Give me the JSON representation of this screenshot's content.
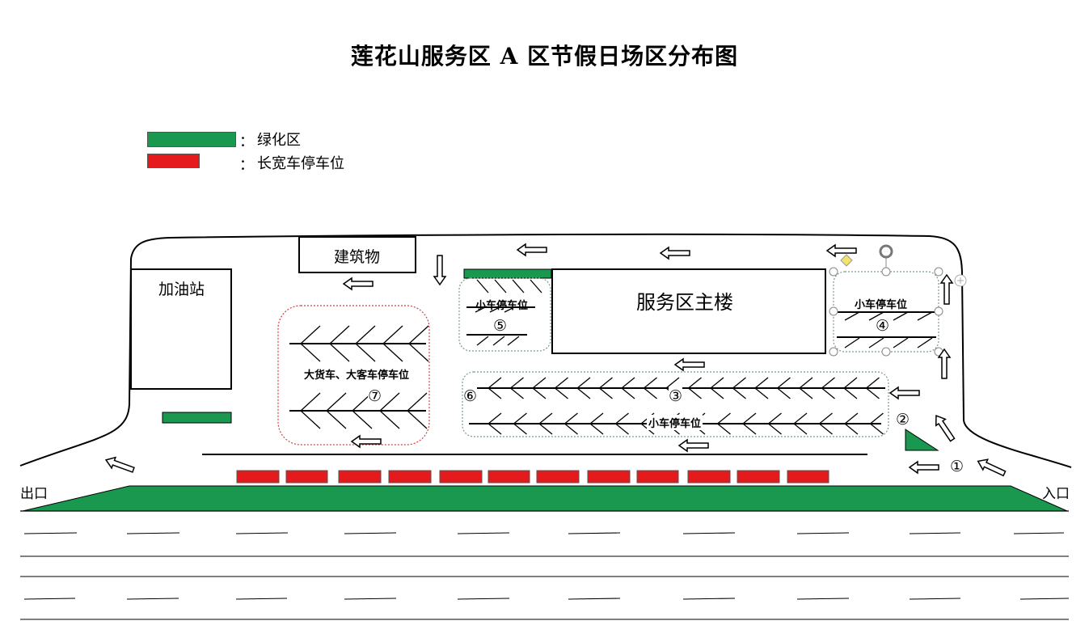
{
  "title": "莲花山服务区 A 区节假日场区分布图",
  "legend": [
    {
      "color": "#1a9850",
      "colon": "：",
      "label": "绿化区"
    },
    {
      "color": "#e41a1c",
      "colon": "：",
      "label": "长宽车停车位"
    }
  ],
  "labels": {
    "gas_station": "加油站",
    "building": "建筑物",
    "main_building": "服务区主楼",
    "small_parking": "小车停车位",
    "large_parking": "大货车、大客车停车位",
    "exit": "出口",
    "entrance": "入口"
  },
  "zones": {
    "z1": "①",
    "z2": "②",
    "z3": "③",
    "z4": "④",
    "z5": "⑤",
    "z6": "⑥",
    "z7": "⑦"
  },
  "colors": {
    "green": "#1a9850",
    "red": "#e41a1c",
    "zone_border_green": "#7a9a8a",
    "zone_border_red": "#d04040"
  },
  "red_stalls_count": 12
}
